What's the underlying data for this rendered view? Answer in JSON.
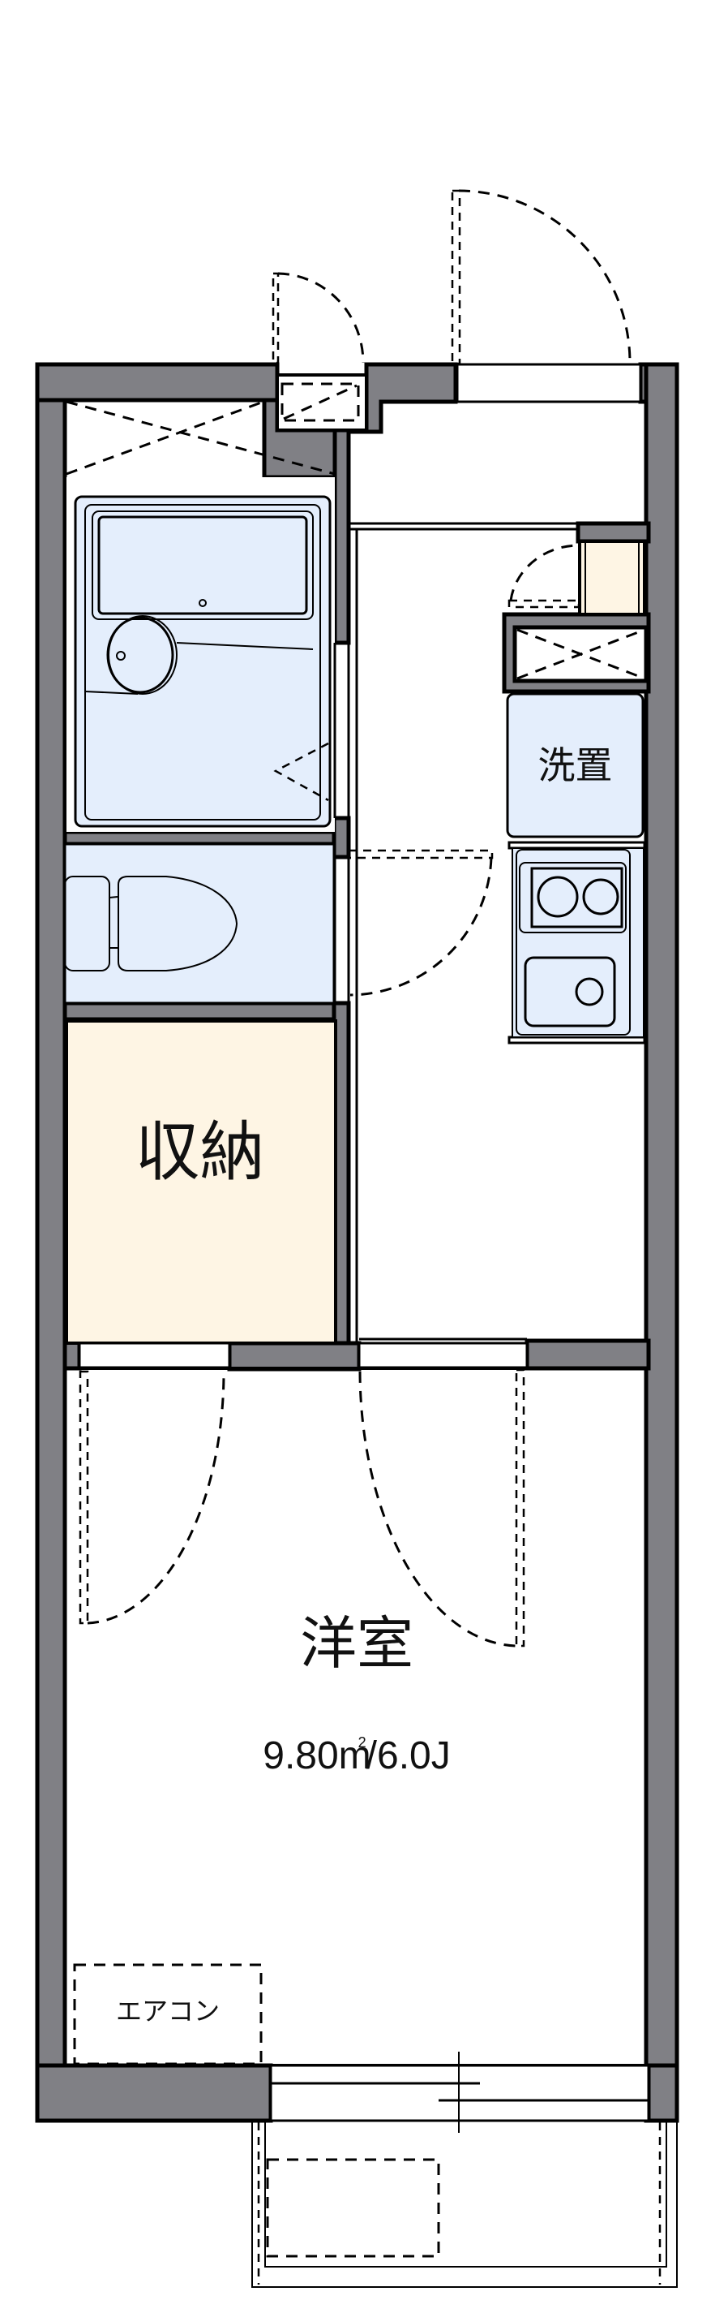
{
  "floor_plan": {
    "rooms": {
      "western_room": {
        "label": "洋室",
        "area": "9.80㎡/6.0J",
        "area_value": "9.80",
        "area_unit": "m",
        "area_sup": "2",
        "area_jo": "/6.0J"
      },
      "storage": {
        "label": "収納"
      },
      "washer": {
        "label": "洗置"
      },
      "air_conditioner": {
        "label": "エアコン"
      }
    },
    "fixtures": [
      "unit-bath",
      "toilet",
      "kitchen-sink",
      "two-burner-stove",
      "washing-machine-space",
      "shoe-closet",
      "pipe-shaft",
      "meter-box",
      "balcony"
    ],
    "colors": {
      "wall": "#808085",
      "wet_area": "#e4eefc",
      "storage": "#fef5e4",
      "line": "#000000"
    }
  }
}
